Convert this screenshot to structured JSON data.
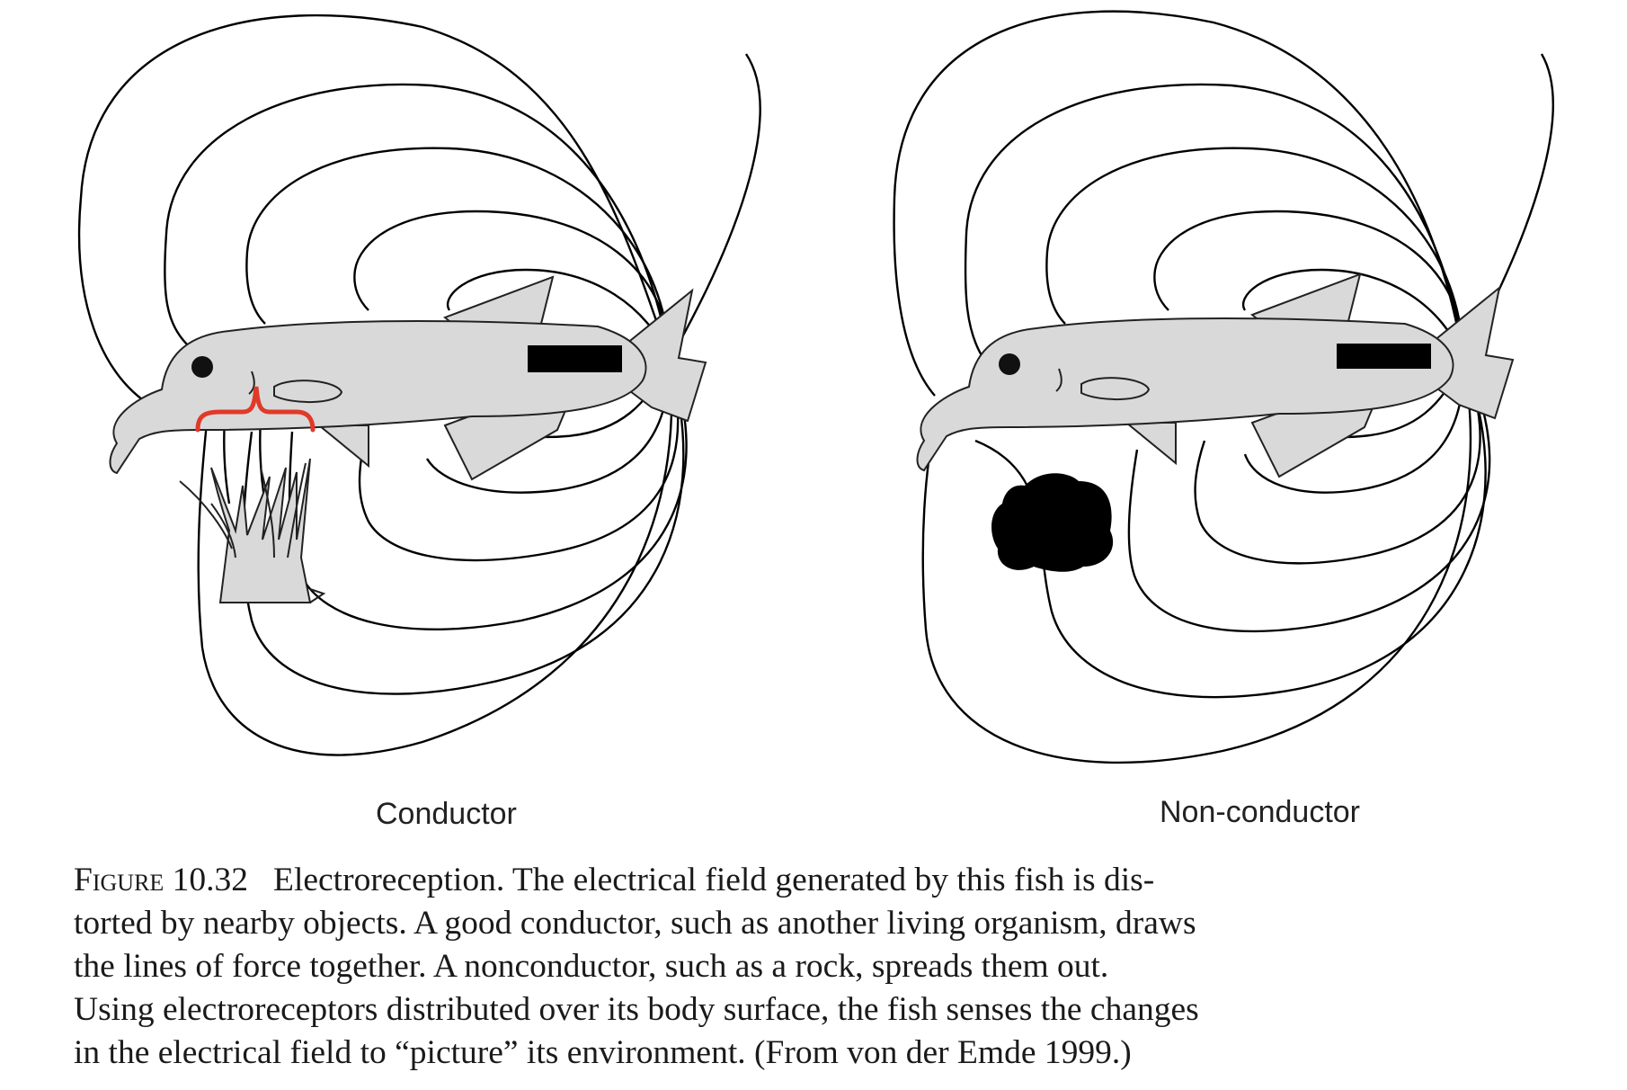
{
  "panels": {
    "conductor_label": "Conductor",
    "nonconductor_label": "Non-conductor"
  },
  "caption": {
    "figure_number": "Figure 10.32",
    "lines": [
      "Electroreception. The electrical field generated by this fish is dis-",
      "torted by nearby objects. A good conductor, such as another living organism, draws",
      "the lines of force together. A nonconductor, such as a rock, spreads them out.",
      "Using electroreceptors distributed over its body surface, the fish senses the changes",
      "in the electrical field to “picture” its environment. (From von der Emde 1999.)"
    ]
  },
  "colors": {
    "field_lines": "#000000",
    "fish_body": "#d9d9d9",
    "annotation_bracket": "#e03a2a",
    "object": "#000000"
  }
}
